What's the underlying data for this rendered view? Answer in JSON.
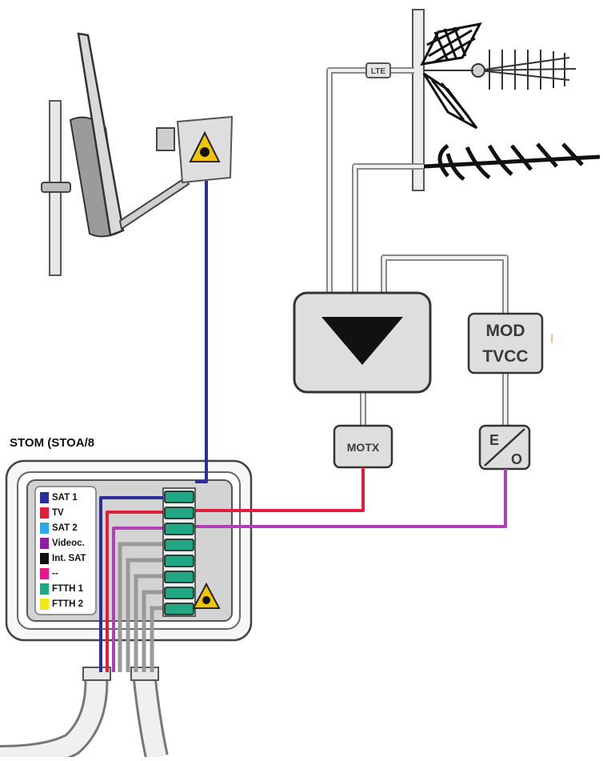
{
  "outlet": {
    "title": "STOM (STOA/8"
  },
  "amplifier": {
    "output": "MOTX"
  },
  "modulator": {
    "line1": "MOD",
    "line2": "TVCC"
  },
  "converter": {
    "top": "E",
    "bottom": "O"
  },
  "lte_filter": {
    "label": "LTE"
  },
  "side_mark": {
    "label": "|"
  },
  "legend": [
    {
      "label": "SAT 1",
      "color": "#2b2f9a"
    },
    {
      "label": "TV",
      "color": "#e0203a"
    },
    {
      "label": "SAT 2",
      "color": "#2aa9e6"
    },
    {
      "label": "Videoc.",
      "color": "#8e1fa0"
    },
    {
      "label": "Int. SAT",
      "color": "#111111"
    },
    {
      "label": "--",
      "color": "#e5168c"
    },
    {
      "label": "FTTH 1",
      "color": "#1fa883"
    },
    {
      "label": "FTTH 2",
      "color": "#f2e61c"
    }
  ],
  "colors": {
    "cable_sat": "#2b2f9a",
    "cable_tv": "#e0203a",
    "cable_video": "#b13fb5",
    "coax_grey": "#9a9a9a",
    "connector_green": "#1fa883"
  },
  "icons": [
    "satellite-dish-icon",
    "lnb-warning-icon",
    "terrestrial-antenna-icon",
    "amplifier-triangle-icon",
    "laser-warning-icon"
  ]
}
